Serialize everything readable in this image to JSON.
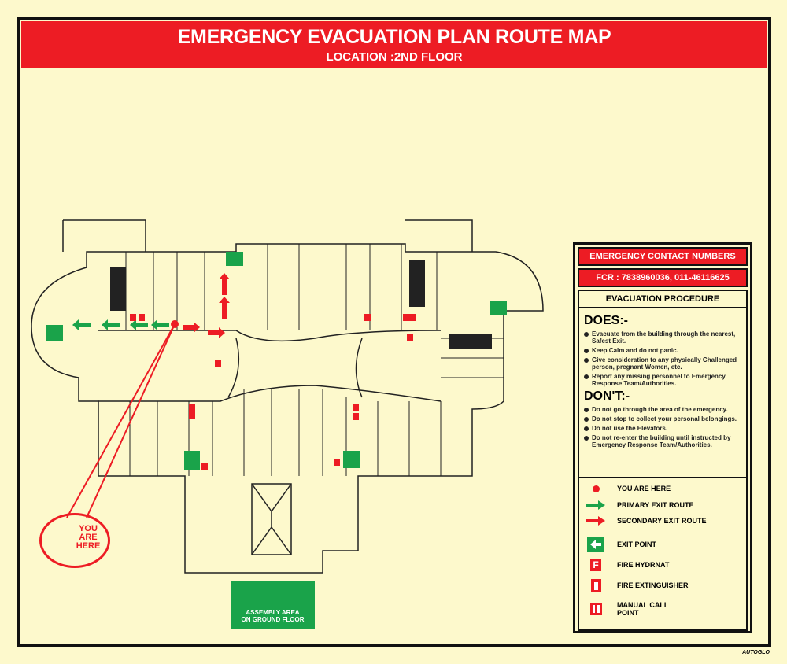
{
  "header": {
    "title": "EMERGENCY EVACUATION PLAN ROUTE MAP",
    "location": "LOCATION :2ND FLOOR"
  },
  "panel": {
    "contact_title": "EMERGENCY CONTACT NUMBERS",
    "contact_numbers": "FCR : 7838960036, 011-46116625",
    "procedure_title": "EVACUATION PROCEDURE",
    "does_title": "DOES:-",
    "does": [
      "Evacuate from the building through the nearest, Safest Exit.",
      "Keep Calm and do not panic.",
      "Give consideration to any physically Challenged person, pregnant Women, etc.",
      "Report any missing personnel to Emergency Response Team/Authorities."
    ],
    "donts_title": "DON'T:-",
    "donts": [
      "Do not go through the area of the emergency.",
      "Do not stop to collect your personal belongings.",
      "Do not use the Elevators.",
      "Do not re-enter the building until instructed by Emergency Response Team/Authorities."
    ]
  },
  "legend": {
    "you_are_here": "YOU ARE HERE",
    "primary": "PRIMARY EXIT ROUTE",
    "secondary": "SECONDARY EXIT ROUTE",
    "exit": "EXIT POINT",
    "hydrant": "FIRE HYDRNAT",
    "extinguisher": "FIRE EXTINGUISHER",
    "call_point": "MANUAL CALL POINT"
  },
  "map": {
    "you_are_here_bubble": [
      "YOU",
      "ARE",
      "HERE"
    ],
    "assembly": [
      "ASSEMBLY AREA",
      "ON GROUND FLOOR"
    ],
    "hydrant_letter": "F"
  },
  "brand": "AUTOGLO",
  "colors": {
    "red": "#ed1c24",
    "green": "#1aa34a",
    "background": "#fdf9cc"
  }
}
